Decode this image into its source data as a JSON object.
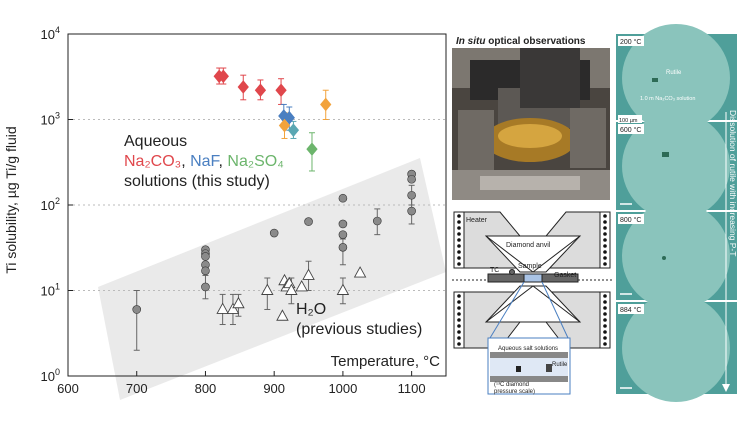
{
  "chart_data": {
    "type": "scatter",
    "xlabel": "Temperature, °C",
    "ylabel": "Ti solubility, µg Ti/g fluid",
    "xlim": [
      600,
      1150
    ],
    "ylim": [
      1,
      10000
    ],
    "yscale": "log",
    "x_ticks": [
      "600",
      "700",
      "800",
      "900",
      "1000",
      "1100"
    ],
    "y_ticks": [
      "10",
      "10",
      "10",
      "10",
      "10"
    ],
    "y_tick_exps": [
      "0",
      "1",
      "2",
      "3",
      "4"
    ],
    "grid": "horizontal dotted",
    "legend_text": {
      "line1": "Aqueous",
      "na2co3": "Na₂CO₃",
      "comma1": ", ",
      "naf": "NaF",
      "comma2": ", ",
      "na2so4": "Na₂SO₄",
      "line3": "solutions (this study)",
      "h2o": "H₂O",
      "prev": "(previous studies)"
    },
    "colors": {
      "na2co3": "#e0474c",
      "naf": "#4a7fc1",
      "na2so4": "#6cb56c",
      "orange": "#f2a33c",
      "teal": "#5aa7b3",
      "gray": "#8a8a8a",
      "dark": "#555555"
    },
    "series": [
      {
        "name": "Na2CO3",
        "color": "#e0474c",
        "marker": "diamond",
        "points": [
          [
            820,
            3200,
            2600,
            4000
          ],
          [
            826,
            3200,
            2600,
            4000
          ],
          [
            855,
            2400,
            1700,
            3300
          ],
          [
            880,
            2200,
            1700,
            2900
          ],
          [
            910,
            2200,
            1500,
            3000
          ]
        ]
      },
      {
        "name": "NaF",
        "color": "#4a7fc1",
        "marker": "diamond",
        "points": [
          [
            914,
            1100,
            800,
            1500
          ],
          [
            922,
            1050,
            750,
            1400
          ]
        ]
      },
      {
        "name": "teal",
        "color": "#5aa7b3",
        "marker": "diamond",
        "points": [
          [
            928,
            750,
            600,
            950
          ]
        ]
      },
      {
        "name": "Na2SO4",
        "color": "#6cb56c",
        "marker": "diamond",
        "points": [
          [
            955,
            450,
            250,
            700
          ]
        ]
      },
      {
        "name": "orange",
        "color": "#f2a33c",
        "marker": "diamond",
        "points": [
          [
            975,
            1500,
            1000,
            2200
          ],
          [
            915,
            850,
            600,
            1200
          ]
        ]
      },
      {
        "name": "gray-circles",
        "color": "#8a8a8a",
        "marker": "circle",
        "points": [
          [
            700,
            6,
            2,
            10
          ],
          [
            800,
            30,
            null,
            null
          ],
          [
            800,
            27,
            null,
            null
          ],
          [
            800,
            25,
            null,
            null
          ],
          [
            800,
            20,
            null,
            null
          ],
          [
            800,
            17,
            null,
            null
          ],
          [
            800,
            11,
            8,
            15
          ],
          [
            900,
            47,
            null,
            null
          ],
          [
            950,
            64,
            null,
            null
          ],
          [
            1000,
            120,
            null,
            null
          ],
          [
            1000,
            60,
            null,
            null
          ],
          [
            1000,
            45,
            null,
            null
          ],
          [
            1000,
            32,
            20,
            40
          ],
          [
            1050,
            65,
            45,
            90
          ],
          [
            1100,
            230,
            null,
            null
          ],
          [
            1100,
            200,
            null,
            null
          ],
          [
            1100,
            130,
            100,
            170
          ],
          [
            1100,
            85,
            60,
            120
          ]
        ]
      },
      {
        "name": "open-triangles",
        "color": "#ffffff",
        "marker": "triangle",
        "points": [
          [
            825,
            6,
            4,
            9
          ],
          [
            840,
            6,
            4,
            9
          ],
          [
            848,
            7,
            5,
            9
          ],
          [
            890,
            10,
            6,
            14
          ],
          [
            912,
            5,
            null,
            null
          ],
          [
            915,
            13,
            null,
            null
          ],
          [
            918,
            11,
            null,
            null
          ],
          [
            922,
            12,
            null,
            null
          ],
          [
            925,
            10,
            7,
            14
          ],
          [
            940,
            11,
            null,
            null
          ],
          [
            950,
            15,
            10,
            22
          ],
          [
            1000,
            10,
            7,
            14
          ],
          [
            1025,
            16,
            null,
            null
          ]
        ]
      }
    ]
  },
  "panel_title": {
    "italic": "In situ",
    "rest": " optical observations"
  },
  "diagram_labels": {
    "heater": "Heater",
    "diamond_anvil": "Diamond anvil",
    "sample": "Sample",
    "tc": "TC",
    "gasket": "Gasket",
    "aqueous": "Aqueous salt solutions",
    "rutile": "Rutile",
    "c13_line1": "(¹³C diamond",
    "c13_line2": "pressure scale)"
  },
  "micrographs": [
    {
      "temp": "200 °C",
      "label1": "Rutile",
      "label2": "1.0 m Na₂CO₃ solution",
      "scale": "100 µm"
    },
    {
      "temp": "600 °C"
    },
    {
      "temp": "800 °C"
    },
    {
      "temp": "884 °C"
    }
  ],
  "side_caption": "Dissolution of rutile with increasing P-T"
}
